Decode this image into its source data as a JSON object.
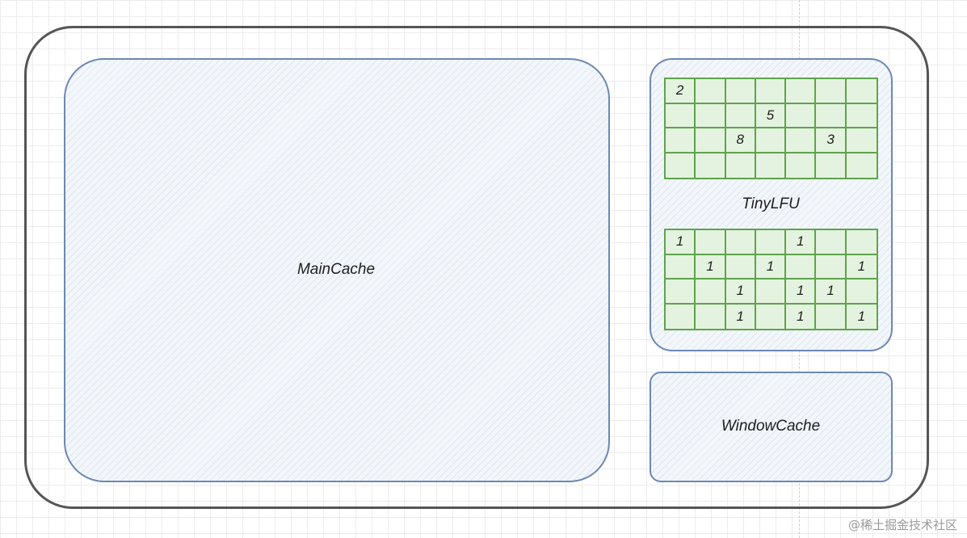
{
  "labels": {
    "main_cache": "MainCache",
    "tinylfu": "TinyLFU",
    "window_cache": "WindowCache"
  },
  "counter_grid": [
    [
      "2",
      "",
      "",
      "",
      "",
      "",
      ""
    ],
    [
      "",
      "",
      "",
      "5",
      "",
      "",
      ""
    ],
    [
      "",
      "",
      "8",
      "",
      "",
      "3",
      ""
    ],
    [
      "",
      "",
      "",
      "",
      "",
      "",
      ""
    ]
  ],
  "bitmap_grid": [
    [
      "1",
      "",
      "",
      "",
      "1",
      "",
      ""
    ],
    [
      "",
      "1",
      "",
      "1",
      "",
      "",
      "1"
    ],
    [
      "",
      "",
      "1",
      "",
      "1",
      "1",
      ""
    ],
    [
      "",
      "",
      "1",
      "",
      "1",
      "",
      "1"
    ]
  ],
  "watermark": "@稀土掘金技术社区",
  "colors": {
    "box_border": "#6c88b2",
    "grid_border": "#5ea34c",
    "grid_fill": "#e4f3df",
    "outer_border": "#555555"
  }
}
